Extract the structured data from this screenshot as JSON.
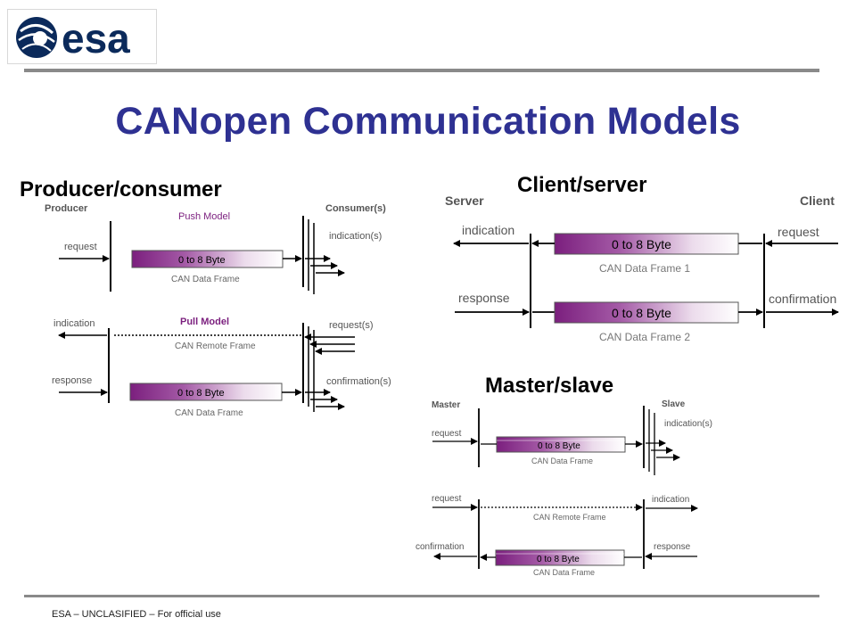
{
  "logo": {
    "text": "esa"
  },
  "title": "CANopen Communication Models",
  "footer": "ESA – UNCLASIFIED – For official use",
  "colors": {
    "title": "#2e3192",
    "frame_dark": "#7b1f7e",
    "rule": "#8a8a8a"
  },
  "producer_consumer": {
    "heading": "Producer/consumer",
    "producer": "Producer",
    "consumers": "Consumer(s)",
    "push_model": "Push Model",
    "pull_model": "Pull Model",
    "request": "request",
    "indication_s": "indication(s)",
    "frame": "0 to 8 Byte",
    "can_data_frame": "CAN Data Frame",
    "indication": "indication",
    "can_remote_frame": "CAN Remote Frame",
    "request_s": "request(s)",
    "response": "response",
    "confirmation_s": "confirmation(s)"
  },
  "client_server": {
    "heading": "Client/server",
    "server": "Server",
    "client": "Client",
    "indication": "indication",
    "request": "request",
    "frame1": "0 to 8 Byte",
    "can_data_frame_1": "CAN Data Frame 1",
    "response": "response",
    "confirmation": "confirmation",
    "frame2": "0 to 8 Byte",
    "can_data_frame_2": "CAN Data Frame 2"
  },
  "master_slave": {
    "heading": "Master/slave",
    "master": "Master",
    "slave": "Slave",
    "request": "request",
    "indication_s": "indication(s)",
    "frame": "0 to 8 Byte",
    "can_data_frame": "CAN Data Frame",
    "request2": "request",
    "indication": "indication",
    "can_remote_frame": "CAN Remote Frame",
    "confirmation": "confirmation",
    "response": "response",
    "frame3": "0 to 8 Byte",
    "can_data_frame_3": "CAN Data Frame"
  }
}
